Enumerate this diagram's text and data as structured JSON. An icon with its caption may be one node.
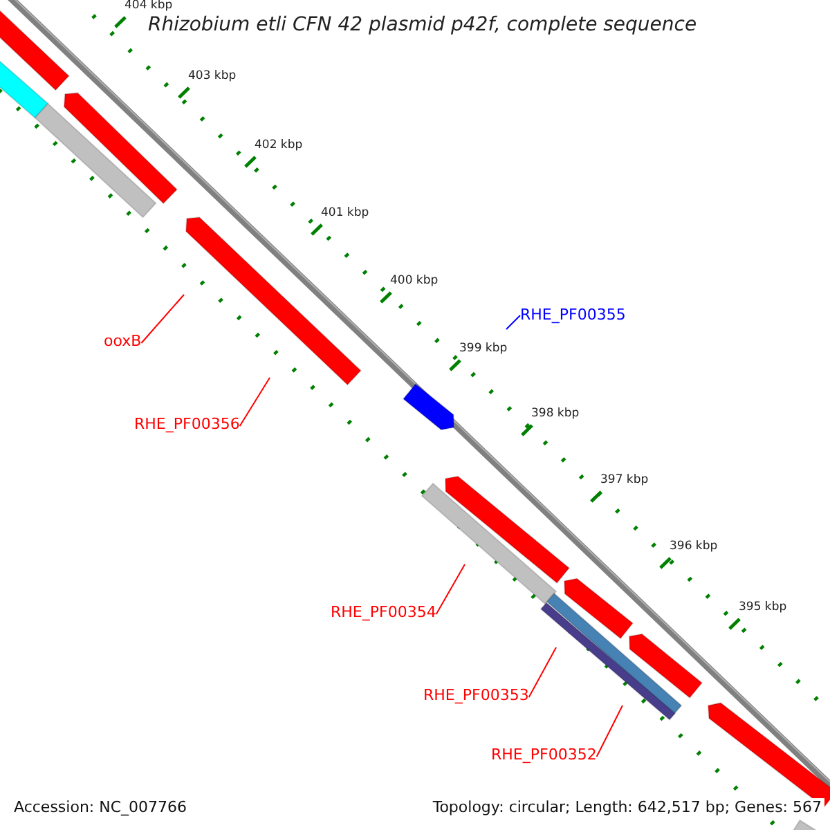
{
  "diagram": {
    "title": "Rhizobium etli CFN 42 plasmid p42f, complete sequence",
    "nodes": [
      {
        "text": [
          "RHE_PF00355"
        ]
      },
      {
        "text": [
          "ooxB"
        ]
      },
      {
        "text": [
          "RHE_PF00356"
        ]
      },
      {
        "text": [
          "RHE_PF00354"
        ]
      },
      {
        "text": [
          "RHE_PF00353"
        ]
      },
      {
        "text": [
          "RHE_PF00352"
        ]
      }
    ],
    "edges": [
      {
        "from": 0,
        "to": null,
        "arrow": "none",
        "color": "#0000ff"
      },
      {
        "from": 1,
        "to": null,
        "arrow": "none"
      },
      {
        "from": 2,
        "to": null,
        "arrow": "none"
      },
      {
        "from": 3,
        "to": null,
        "arrow": "none"
      },
      {
        "from": 4,
        "to": null,
        "arrow": "none"
      },
      {
        "from": 5,
        "to": null,
        "arrow": "none"
      }
    ],
    "labels": [
      "404 kbp",
      "403 kbp",
      "402 kbp",
      "401 kbp",
      "400 kbp",
      "399 kbp",
      "398 kbp",
      "397 kbp",
      "396 kbp",
      "395 kbp",
      "Accession: NC_007766",
      "Topology: circular; Length: 642,517 bp; Genes: 567"
    ]
  }
}
